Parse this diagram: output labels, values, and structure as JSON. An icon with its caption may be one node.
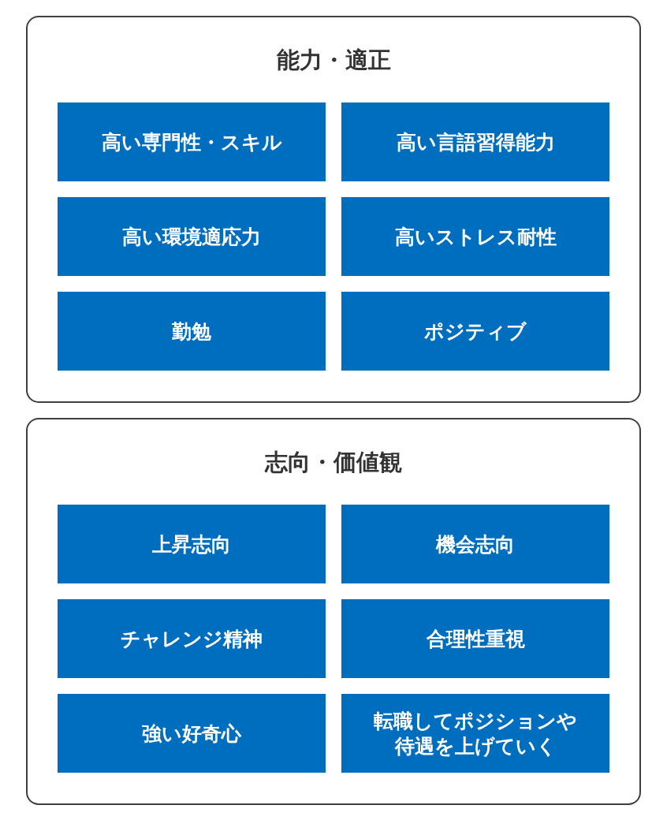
{
  "diagram": {
    "nodes": [
      {
        "text": [
          "能力・適正"
        ]
      },
      {
        "text": [
          "高い専門性・スキル"
        ],
        "in": 0
      },
      {
        "text": [
          "高い言語習得能力"
        ],
        "in": 0
      },
      {
        "text": [
          "高い環境適応力"
        ],
        "in": 0
      },
      {
        "text": [
          "高いストレス耐性"
        ],
        "in": 0
      },
      {
        "text": [
          "勤勉"
        ],
        "in": 0
      },
      {
        "text": [
          "ポジティブ"
        ],
        "in": 0
      },
      {
        "text": [
          "志向・価値観"
        ]
      },
      {
        "text": [
          "上昇志向"
        ],
        "in": 7
      },
      {
        "text": [
          "機会志向"
        ],
        "in": 7
      },
      {
        "text": [
          "チャレンジ精神"
        ],
        "in": 7
      },
      {
        "text": [
          "合理性重視"
        ],
        "in": 7
      },
      {
        "text": [
          "強い好奇心"
        ],
        "in": 7
      },
      {
        "text": [
          "転職してポジションや待遇を上げていく"
        ],
        "in": 7
      }
    ],
    "edges": []
  }
}
